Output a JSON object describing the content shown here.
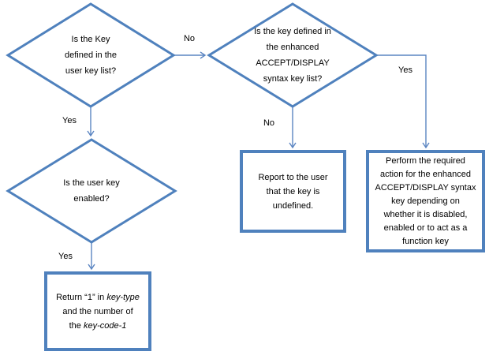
{
  "diagram": {
    "colors": {
      "shape_border": "#4f81bd",
      "connector": "#5b85c2",
      "text": "#000000",
      "background": "#ffffff"
    },
    "nodes": {
      "key_defined_user_list": {
        "type": "diamond",
        "text": "Is the Key\ndefined in the\nuser key list?"
      },
      "key_defined_enhanced_list": {
        "type": "diamond",
        "text": "Is the key defined in\nthe enhanced\nACCEPT/DISPLAY\nsyntax key list?"
      },
      "user_key_enabled": {
        "type": "diamond",
        "text": "Is the user key\nenabled?"
      },
      "report_undefined": {
        "type": "rect",
        "text": "Report to the user\nthat the key is\nundefined."
      },
      "perform_action": {
        "type": "rect",
        "text": "Perform the required\naction for the enhanced\nACCEPT/DISPLAY syntax\nkey depending on\nwhether it is disabled,\nenabled or to act as a\nfunction key"
      },
      "return_key_type": {
        "type": "rect",
        "segments": {
          "p1": "Return “1” in ",
          "i1": "key-type",
          "p2": " and the number of the ",
          "i2": "key-code-1"
        }
      }
    },
    "edge_labels": {
      "d1_to_d2": "No",
      "d1_to_d3": "Yes",
      "d2_to_report": "No",
      "d2_to_perform": "Yes",
      "d3_to_return": "Yes"
    }
  }
}
